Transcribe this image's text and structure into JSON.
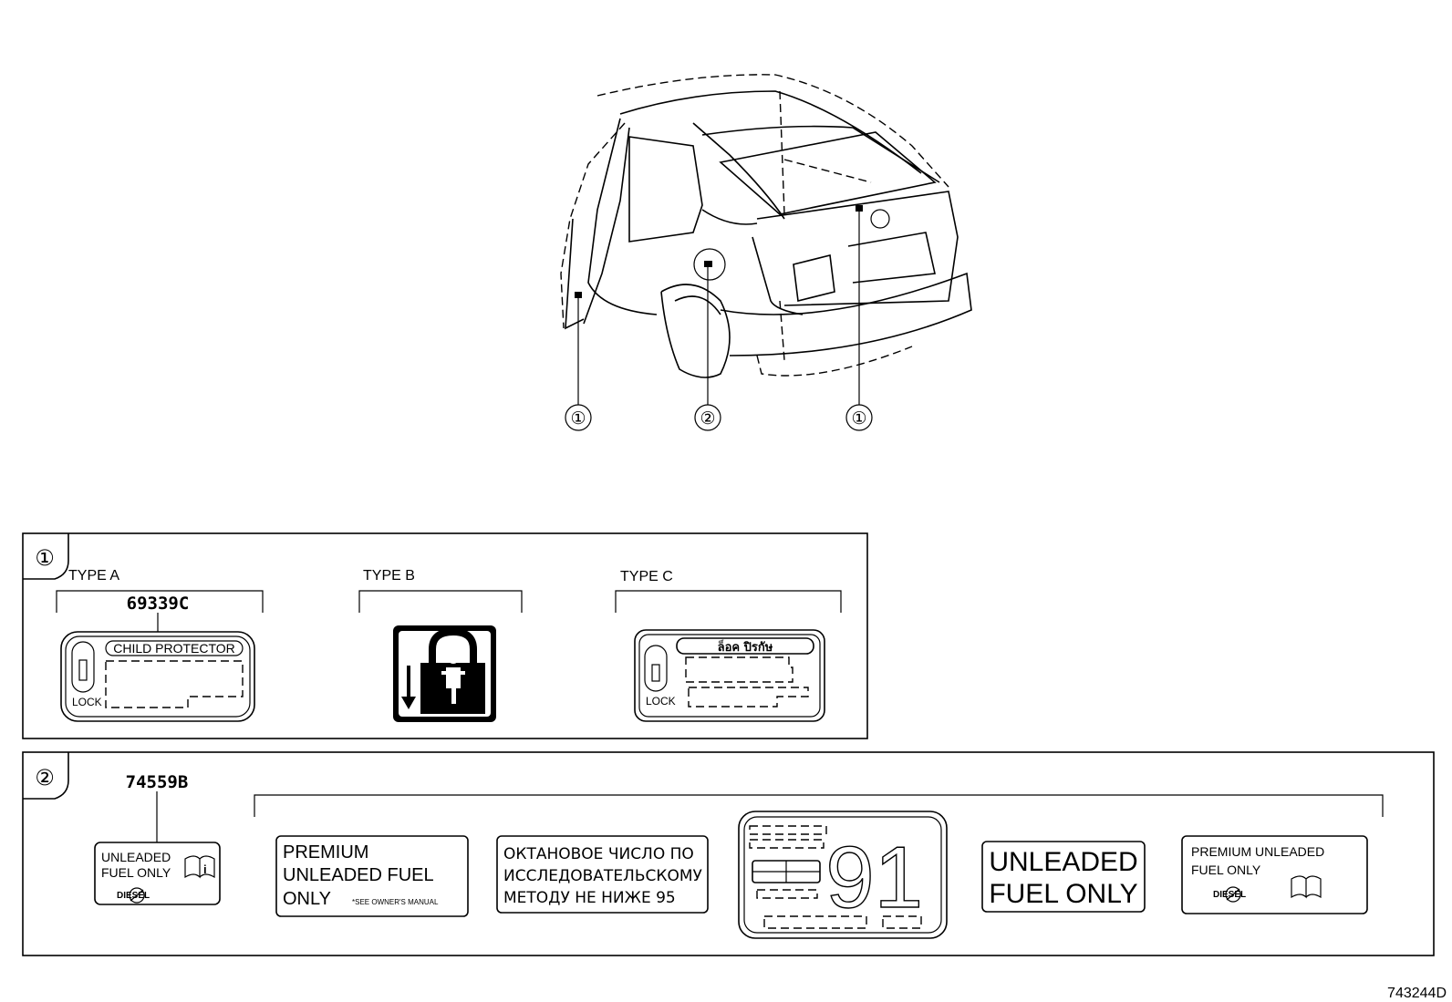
{
  "callouts": {
    "one": "①",
    "two": "②"
  },
  "panel1": {
    "number": "①",
    "type_a": {
      "label": "TYPE A",
      "part": "69339C",
      "title": "CHILD PROTECTOR",
      "lock": "LOCK"
    },
    "type_b": {
      "label": "TYPE B"
    },
    "type_c": {
      "label": "TYPE C",
      "title": "ล็อค ปิรกัษ",
      "lock": "LOCK"
    }
  },
  "panel2": {
    "number": "②",
    "part": "74559B",
    "labels": {
      "a_line1": "UNLEADED",
      "a_line2": "FUEL ONLY",
      "a_diesel": "DIESEL",
      "b_line1": "PREMIUM",
      "b_line2": "UNLEADED FUEL",
      "b_line3": "ONLY",
      "b_note": "*SEE OWNER'S MANUAL",
      "c_line1": "ОКТАНОВОЕ ЧИСЛО ПО",
      "c_line2": "ИССЛЕДОВАТЕЛЬСКОМУ",
      "c_line3": "МЕТОДУ НЕ НИЖЕ 95",
      "d_number": "91",
      "e_line1": "UNLEADED",
      "e_line2": "FUEL ONLY",
      "f_line1": "PREMIUM  UNLEADED",
      "f_line2": "FUEL ONLY",
      "f_diesel": "DIESEL"
    }
  },
  "figure_id": "743244D"
}
